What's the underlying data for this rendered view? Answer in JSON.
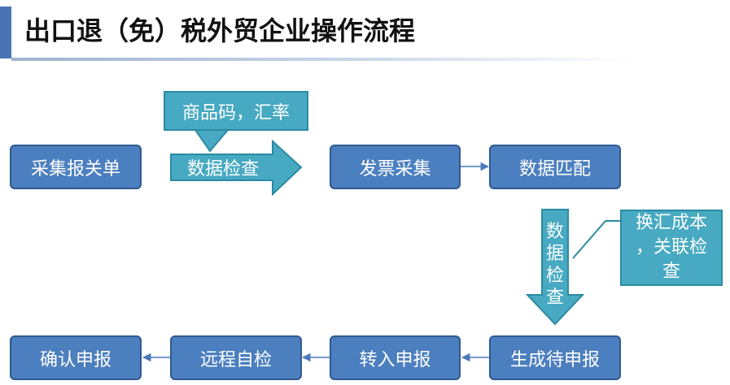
{
  "title": "出口退（免）税外贸企业操作流程",
  "flow": {
    "collect_declaration": "采集报关单",
    "invoice_collection": "发票采集",
    "data_matching": "数据匹配",
    "generate_pending": "生成待申报",
    "transfer_declaration": "转入申报",
    "remote_self_check": "远程自检",
    "confirm_declaration": "确认申报"
  },
  "arrows": {
    "data_check_horizontal": "数据检查",
    "data_check_vertical": [
      "数",
      "据",
      "检",
      "查"
    ]
  },
  "callouts": {
    "product_code_rate": "商品码，汇率",
    "exchange_cost_lines": [
      "换汇成本",
      "，关联检",
      "查"
    ]
  },
  "colors": {
    "box_fill": "#4c7fbf",
    "box_border": "#2f5a8f",
    "teal_fill": "#47a9c2",
    "connector": "#4a78b8"
  }
}
